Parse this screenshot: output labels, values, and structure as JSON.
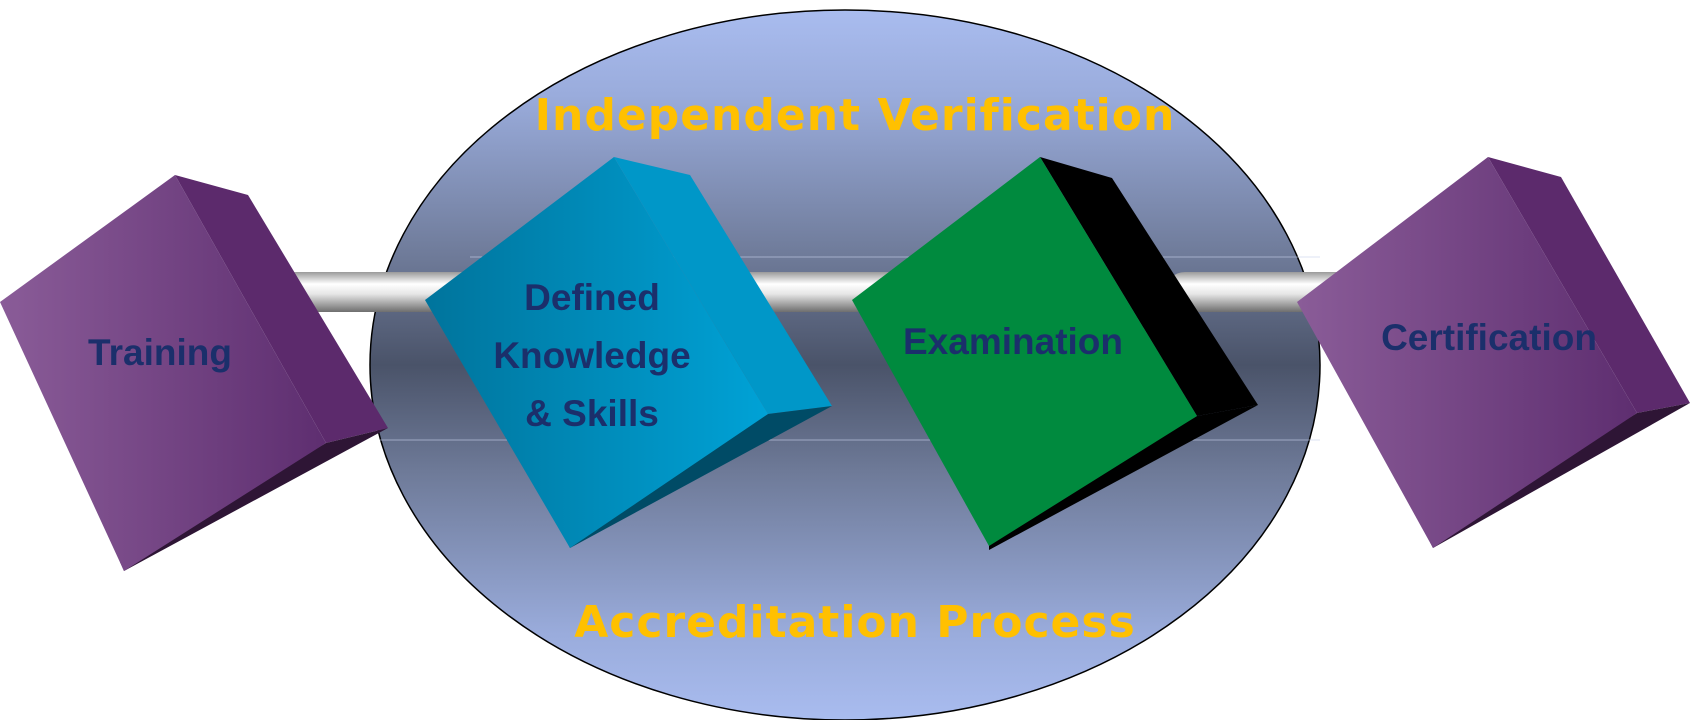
{
  "diagram": {
    "top_caption": "Independent Verification",
    "bottom_caption": "Accreditation Process",
    "steps": [
      {
        "id": "training",
        "label_lines": [
          "Training"
        ]
      },
      {
        "id": "defined-knowledge",
        "label_lines": [
          "Defined",
          "Knowledge",
          "& Skills"
        ]
      },
      {
        "id": "examination",
        "label_lines": [
          "Examination"
        ]
      },
      {
        "id": "certification",
        "label_lines": [
          "Certification"
        ]
      }
    ]
  },
  "colors": {
    "caption": "#FFC000",
    "label": "#1B2F6B",
    "ellipse_light": "#A7B9EC",
    "ellipse_dark": "#4C5670",
    "purple_front": "#7A4A8A",
    "purple_side": "#5A2B6A",
    "blue_front": "#0097C8",
    "green_front": "#008A3E"
  }
}
